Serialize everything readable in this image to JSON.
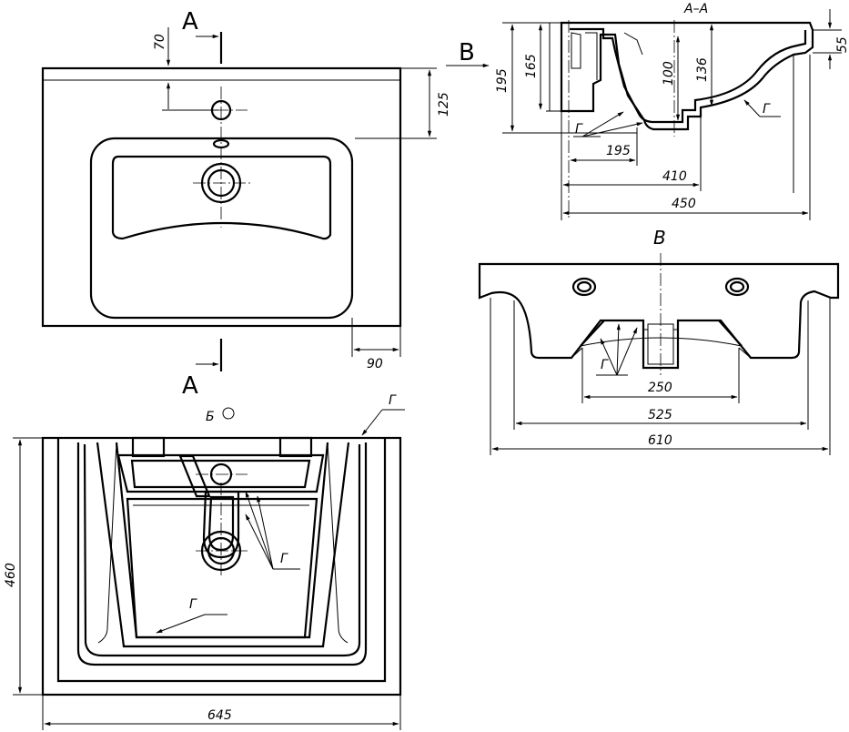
{
  "section_label": "А–А",
  "view_b_label": "В",
  "letter_a_top": "А",
  "letter_a_bottom": "А",
  "letter_b_arrow": "В",
  "b_circle_label": "Б",
  "g_label": "Г",
  "dims": {
    "d70": "70",
    "d125": "125",
    "d90": "90",
    "d460": "460",
    "d645": "645",
    "d195h": "195",
    "d165": "165",
    "d100": "100",
    "d136": "136",
    "d55": "55",
    "d195w": "195",
    "d410": "410",
    "d450": "450",
    "d250": "250",
    "d525": "525",
    "d610": "610"
  }
}
